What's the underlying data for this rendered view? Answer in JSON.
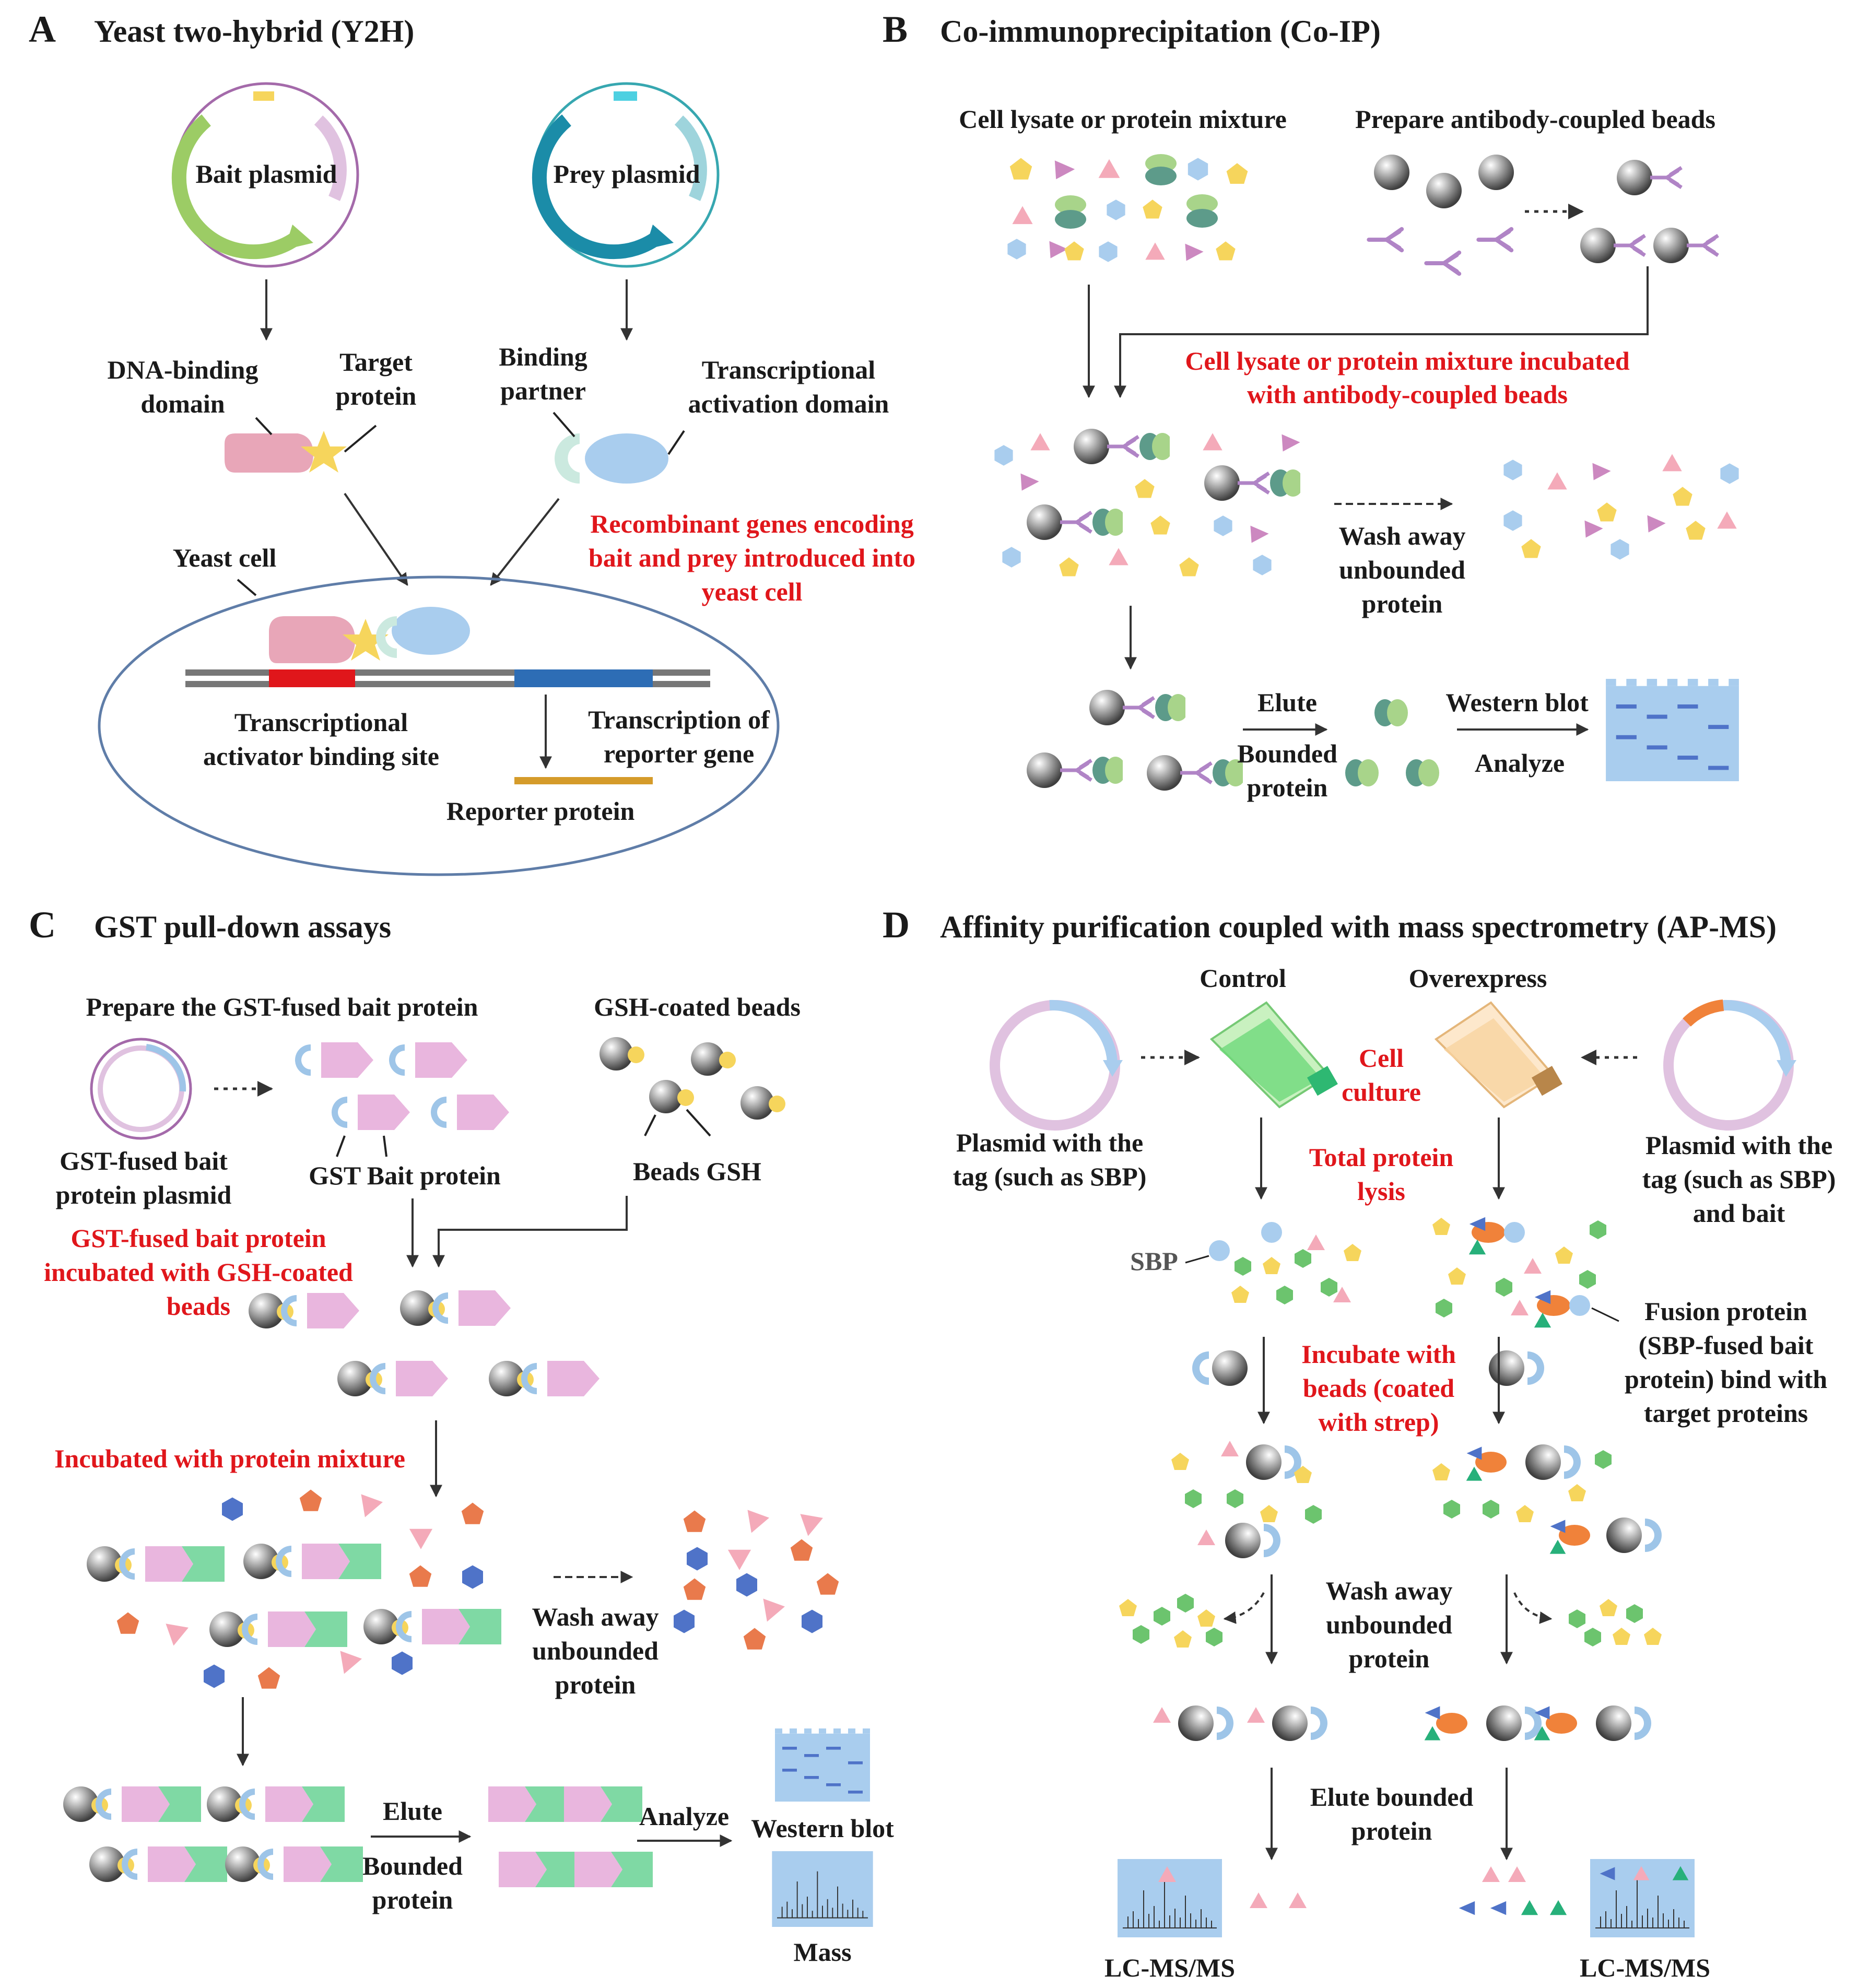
{
  "panels": {
    "A": {
      "letter": "A",
      "title": "Yeast two-hybrid (Y2H)",
      "bait_plasmid": "Bait plasmid",
      "prey_plasmid": "Prey plasmid",
      "dna_binding_1": "DNA-binding",
      "dna_binding_2": "domain",
      "target_1": "Target",
      "target_2": "protein",
      "binding_1": "Binding",
      "binding_2": "partner",
      "activation_1": "Transcriptional",
      "activation_2": "activation domain",
      "red_1": "Recombinant genes encoding",
      "red_2": "bait and prey introduced into",
      "red_3": "yeast cell",
      "yeast_cell": "Yeast cell",
      "site_1": "Transcriptional",
      "site_2": "activator binding site",
      "transcription_1": "Transcription  of",
      "transcription_2": "reporter gene",
      "reporter": "Reporter protein"
    },
    "B": {
      "letter": "B",
      "title": "Co-immunoprecipitation (Co-IP)",
      "lysate": "Cell lysate or protein mixture",
      "beads": "Prepare antibody-coupled beads",
      "red_1": "Cell lysate or protein mixture incubated",
      "red_2": "with antibody-coupled beads",
      "wash_1": "Wash away",
      "wash_2": "unbounded",
      "wash_3": "protein",
      "elute": "Elute",
      "bounded_1": "Bounded",
      "bounded_2": "protein",
      "western": "Western blot",
      "analyze": "Analyze"
    },
    "C": {
      "letter": "C",
      "title": "GST pull-down assays",
      "prepare": "Prepare the GST-fused bait protein",
      "gsh_beads": "GSH-coated beads",
      "plasmid_1": "GST-fused bait",
      "plasmid_2": "protein plasmid",
      "gst_bait": "GST  Bait protein",
      "beads_gsh": "Beads   GSH",
      "red_1": "GST-fused bait protein",
      "red_2": "incubated with GSH-coated",
      "red_3": "beads",
      "red_mix": "Incubated with protein mixture",
      "wash_1": "Wash away",
      "wash_2": "unbounded",
      "wash_3": "protein",
      "elute": "Elute",
      "bounded_1": "Bounded",
      "bounded_2": "protein",
      "analyze": "Analyze",
      "western": "Western blot",
      "mass": "Mass"
    },
    "D": {
      "letter": "D",
      "title": "Affinity purification coupled with mass spectrometry (AP-MS)",
      "control": "Control",
      "overexpress": "Overexpress",
      "cell_1": "Cell",
      "cell_2": "culture",
      "plasmid_l1": "Plasmid with the",
      "plasmid_l2": "tag (such  as SBP)",
      "plasmid_r1": "Plasmid with the",
      "plasmid_r2": "tag (such  as SBP)",
      "plasmid_r3": "and bait",
      "lysis_1": "Total protein",
      "lysis_2": "lysis",
      "sbp": "SBP",
      "fusion_1": "Fusion protein",
      "fusion_2": "(SBP-fused bait",
      "fusion_3": "protein) bind with",
      "fusion_4": "target proteins",
      "inc_1": "Incubate with",
      "inc_2": "beads (coated",
      "inc_3": "with strep)",
      "wash_1": "Wash away",
      "wash_2": "unbounded",
      "wash_3": "protein",
      "elute_1": "Elute bounded",
      "elute_2": "protein",
      "lcms_left": "LC-MS/MS",
      "lcms_right": "LC-MS/MS"
    }
  },
  "colors": {
    "red_text": "#e0161b",
    "yellow": "#f6d55c",
    "pink": "#f4aab9",
    "blue_hex": "#a9cdee",
    "violet": "#cc88c0",
    "green_hex": "#6cc46e",
    "orange": "#e97a4c",
    "blue_dark": "#4f73c8",
    "gst_blue": "#9ec5e8",
    "bait_pink": "#e9b6de",
    "bound_green": "#7fd9a4",
    "bead_gray": "#707070"
  }
}
